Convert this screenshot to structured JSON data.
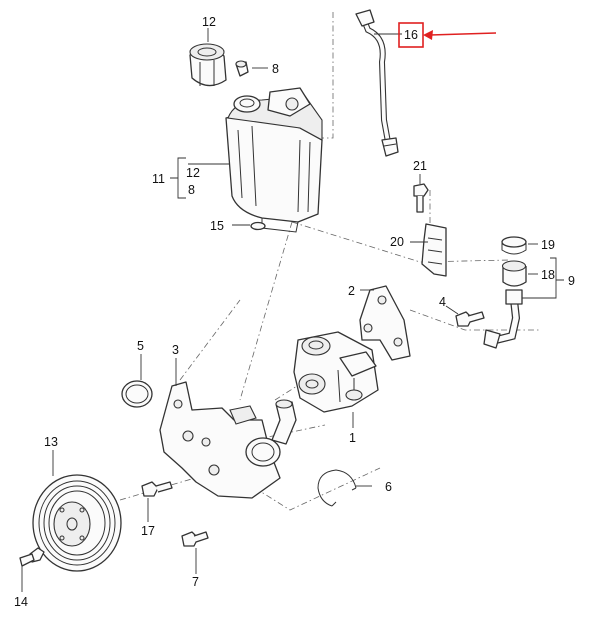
{
  "callouts": {
    "p1": "1",
    "p2": "2",
    "p3": "3",
    "p4": "4",
    "p5": "5",
    "p6": "6",
    "p7": "7",
    "p8": "8",
    "p9": "9",
    "p11": "11",
    "p11_sub_a": "12",
    "p11_sub_b": "8",
    "p12": "12",
    "p13": "13",
    "p14": "14",
    "p15": "15",
    "p16": "16",
    "p17": "17",
    "p18": "18",
    "p19": "19",
    "p20": "20",
    "p21": "21"
  },
  "highlight": {
    "part": "16",
    "box_color": "#e02020",
    "arrow_color": "#e02020"
  }
}
